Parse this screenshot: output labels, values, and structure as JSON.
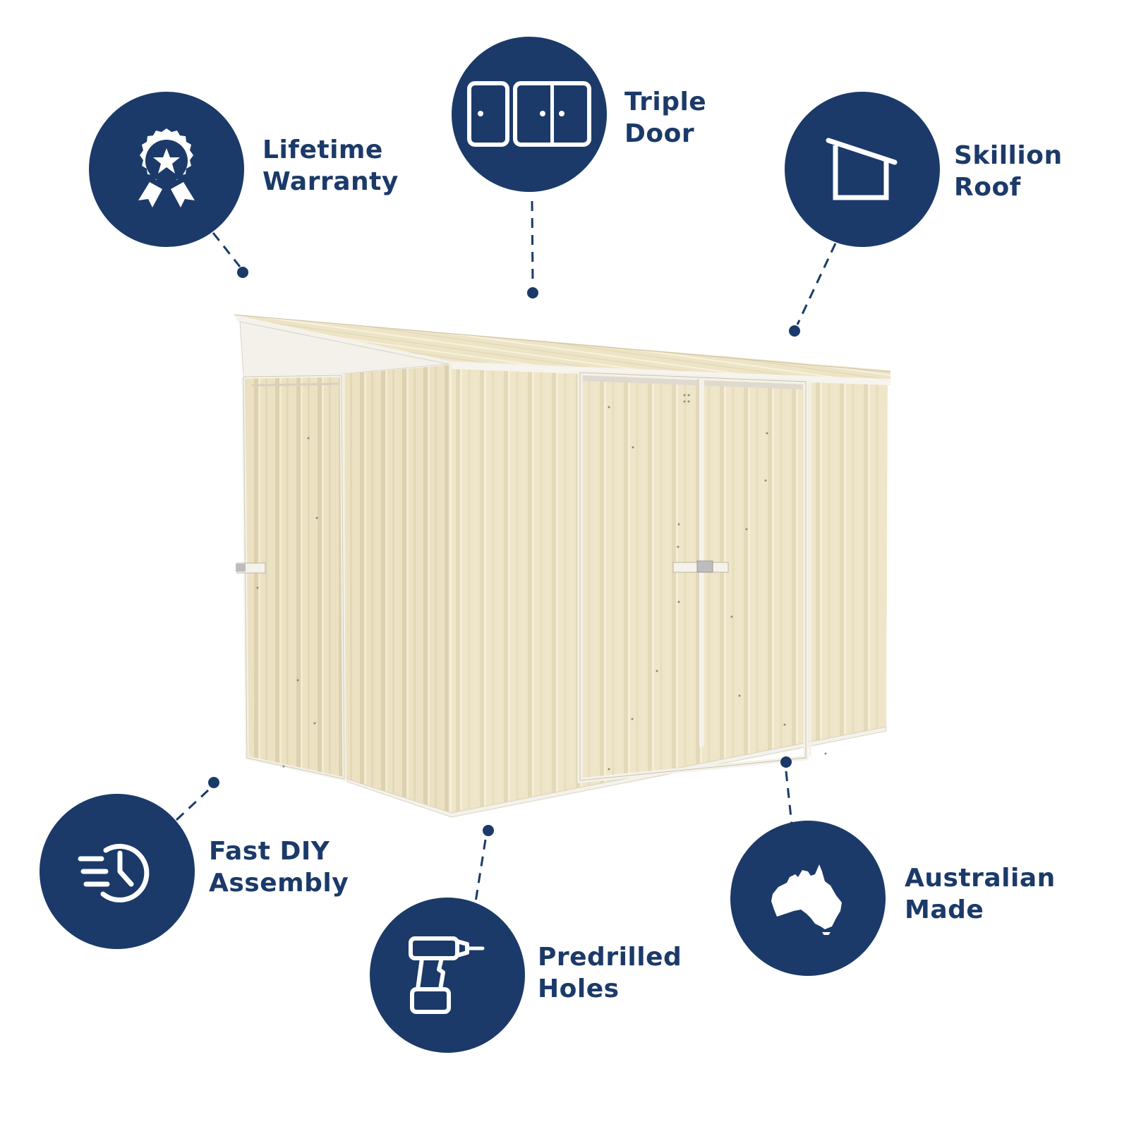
{
  "colors": {
    "brand_navy": "#1b3a69",
    "shed_cream": "#efe6c9",
    "trim_white": "#f4f2ea",
    "background": "#ffffff"
  },
  "product": {
    "name": "skillion-roof-garden-shed",
    "color_name": "cream"
  },
  "features": [
    {
      "id": "lifetime-warranty",
      "icon": "award-ribbon-star-icon",
      "line1": "Lifetime",
      "line2": "Warranty"
    },
    {
      "id": "triple-door",
      "icon": "triple-door-icon",
      "line1": "Triple",
      "line2": "Door"
    },
    {
      "id": "skillion-roof",
      "icon": "skillion-roof-house-icon",
      "line1": "Skillion",
      "line2": "Roof"
    },
    {
      "id": "fast-diy-assembly",
      "icon": "fast-clock-icon",
      "line1": "Fast DIY",
      "line2": "Assembly"
    },
    {
      "id": "predrilled-holes",
      "icon": "power-drill-icon",
      "line1": "Predrilled",
      "line2": "Holes"
    },
    {
      "id": "australian-made",
      "icon": "australia-map-icon",
      "line1": "Australian",
      "line2": "Made"
    }
  ]
}
